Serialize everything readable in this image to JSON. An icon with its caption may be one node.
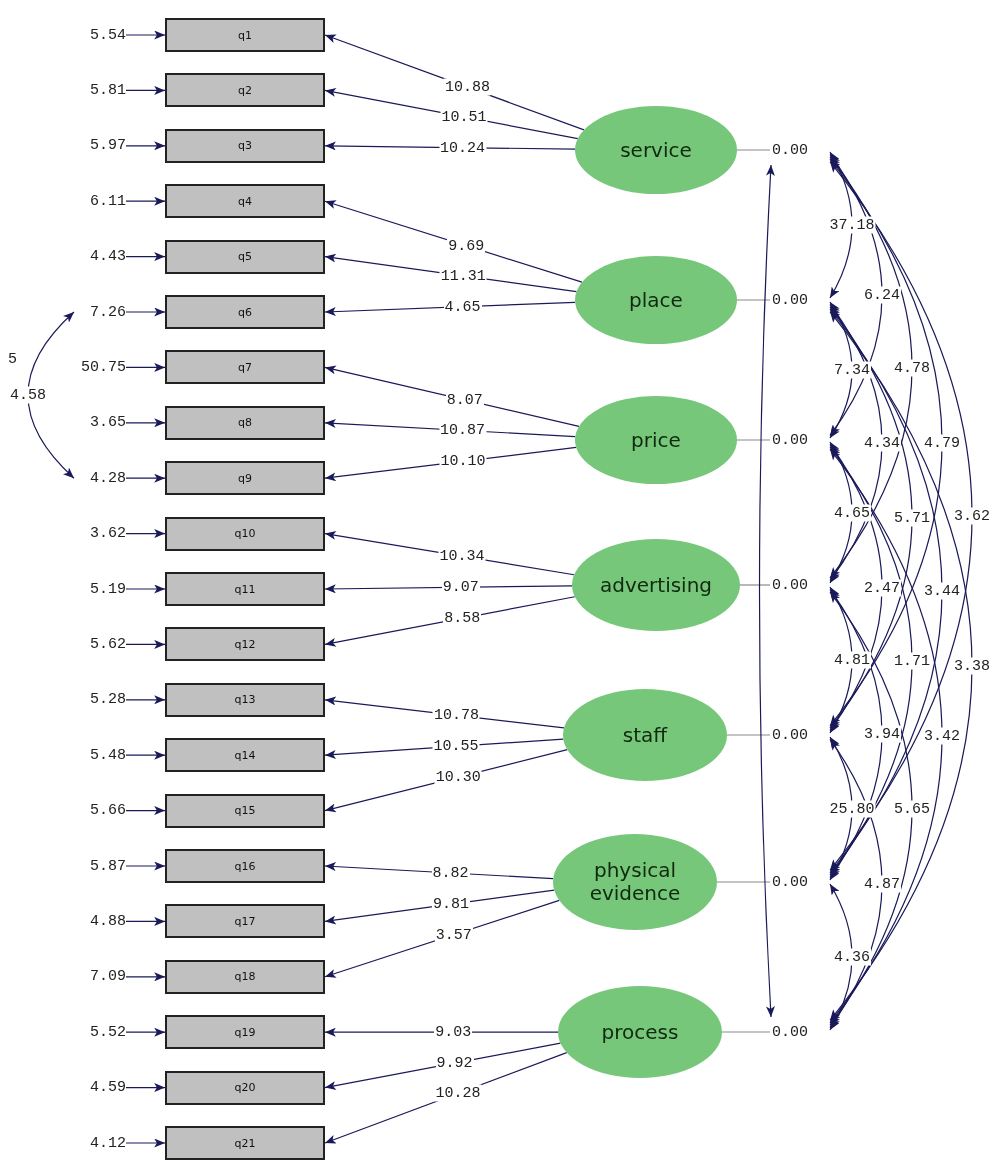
{
  "diagram": {
    "nodes": [
      {
        "text": [
          "q1"
        ]
      },
      {
        "text": [
          "q2"
        ]
      },
      {
        "text": [
          "q3"
        ]
      },
      {
        "text": [
          "q4"
        ]
      },
      {
        "text": [
          "q5"
        ]
      },
      {
        "text": [
          "q6"
        ]
      },
      {
        "text": [
          "q7"
        ]
      },
      {
        "text": [
          "q8"
        ]
      },
      {
        "text": [
          "q9"
        ]
      },
      {
        "text": [
          "q10"
        ]
      },
      {
        "text": [
          "q11"
        ]
      },
      {
        "text": [
          "q12"
        ]
      },
      {
        "text": [
          "q13"
        ]
      },
      {
        "text": [
          "q14"
        ]
      },
      {
        "text": [
          "q15"
        ]
      },
      {
        "text": [
          "q16"
        ]
      },
      {
        "text": [
          "q17"
        ]
      },
      {
        "text": [
          "q18"
        ]
      },
      {
        "text": [
          "q19"
        ]
      },
      {
        "text": [
          "q20"
        ]
      },
      {
        "text": [
          "q21"
        ]
      },
      {
        "text": [
          "5.54"
        ]
      },
      {
        "text": [
          "5.81"
        ]
      },
      {
        "text": [
          "5.97"
        ]
      },
      {
        "text": [
          "6.11"
        ]
      },
      {
        "text": [
          "4.43"
        ]
      },
      {
        "text": [
          "7.26"
        ]
      },
      {
        "text": [
          "50.75"
        ]
      },
      {
        "text": [
          "3.65"
        ]
      },
      {
        "text": [
          "4.28"
        ]
      },
      {
        "text": [
          "3.62"
        ]
      },
      {
        "text": [
          "5.19"
        ]
      },
      {
        "text": [
          "5.62"
        ]
      },
      {
        "text": [
          "5.28"
        ]
      },
      {
        "text": [
          "5.48"
        ]
      },
      {
        "text": [
          "5.66"
        ]
      },
      {
        "text": [
          "5.87"
        ]
      },
      {
        "text": [
          "4.88"
        ]
      },
      {
        "text": [
          "7.09"
        ]
      },
      {
        "text": [
          "5.52"
        ]
      },
      {
        "text": [
          "4.59"
        ]
      },
      {
        "text": [
          "4.12"
        ]
      },
      {
        "text": [
          "service"
        ]
      },
      {
        "text": [
          "place"
        ]
      },
      {
        "text": [
          "price"
        ]
      },
      {
        "text": [
          "advertising"
        ]
      },
      {
        "text": [
          "staff"
        ]
      },
      {
        "text": [
          "physical evidence"
        ]
      },
      {
        "text": [
          "process"
        ]
      },
      {
        "text": [
          "0.00"
        ]
      },
      {
        "text": [
          "0.00"
        ]
      },
      {
        "text": [
          "0.00"
        ]
      },
      {
        "text": [
          "0.00"
        ]
      },
      {
        "text": [
          "0.00"
        ]
      },
      {
        "text": [
          "0.00"
        ]
      },
      {
        "text": [
          "0.00"
        ]
      }
    ],
    "edges": [
      {
        "from": 21,
        "to": 0,
        "arrow": "to"
      },
      {
        "from": 22,
        "to": 1,
        "arrow": "to"
      },
      {
        "from": 23,
        "to": 2,
        "arrow": "to"
      },
      {
        "from": 24,
        "to": 3,
        "arrow": "to"
      },
      {
        "from": 25,
        "to": 4,
        "arrow": "to"
      },
      {
        "from": 26,
        "to": 5,
        "arrow": "to"
      },
      {
        "from": 27,
        "to": 6,
        "arrow": "to"
      },
      {
        "from": 28,
        "to": 7,
        "arrow": "to"
      },
      {
        "from": 29,
        "to": 8,
        "arrow": "to"
      },
      {
        "from": 30,
        "to": 9,
        "arrow": "to"
      },
      {
        "from": 31,
        "to": 10,
        "arrow": "to"
      },
      {
        "from": 32,
        "to": 11,
        "arrow": "to"
      },
      {
        "from": 33,
        "to": 12,
        "arrow": "to"
      },
      {
        "from": 34,
        "to": 13,
        "arrow": "to"
      },
      {
        "from": 35,
        "to": 14,
        "arrow": "to"
      },
      {
        "from": 36,
        "to": 15,
        "arrow": "to"
      },
      {
        "from": 37,
        "to": 16,
        "arrow": "to"
      },
      {
        "from": 38,
        "to": 17,
        "arrow": "to"
      },
      {
        "from": 39,
        "to": 18,
        "arrow": "to"
      },
      {
        "from": 40,
        "to": 19,
        "arrow": "to"
      },
      {
        "from": 41,
        "to": 20,
        "arrow": "to"
      },
      {
        "from": 42,
        "to": 0,
        "arrow": "to",
        "label": "10.88"
      },
      {
        "from": 42,
        "to": 1,
        "arrow": "to",
        "label": "10.51"
      },
      {
        "from": 42,
        "to": 2,
        "arrow": "to",
        "label": "10.24"
      },
      {
        "from": 43,
        "to": 3,
        "arrow": "to",
        "label": "9.69"
      },
      {
        "from": 43,
        "to": 4,
        "arrow": "to",
        "label": "11.31"
      },
      {
        "from": 43,
        "to": 5,
        "arrow": "to",
        "label": "4.65"
      },
      {
        "from": 44,
        "to": 6,
        "arrow": "to",
        "label": "8.07"
      },
      {
        "from": 44,
        "to": 7,
        "arrow": "to",
        "label": "10.87"
      },
      {
        "from": 44,
        "to": 8,
        "arrow": "to",
        "label": "10.10"
      },
      {
        "from": 45,
        "to": 9,
        "arrow": "to",
        "label": "10.34"
      },
      {
        "from": 45,
        "to": 10,
        "arrow": "to",
        "label": "9.07"
      },
      {
        "from": 45,
        "to": 11,
        "arrow": "to",
        "label": "8.58"
      },
      {
        "from": 46,
        "to": 12,
        "arrow": "to",
        "label": "10.78"
      },
      {
        "from": 46,
        "to": 13,
        "arrow": "to",
        "label": "10.55"
      },
      {
        "from": 46,
        "to": 14,
        "arrow": "to",
        "label": "10.30"
      },
      {
        "from": 47,
        "to": 15,
        "arrow": "to",
        "label": "8.82"
      },
      {
        "from": 47,
        "to": 16,
        "arrow": "to",
        "label": "9.81"
      },
      {
        "from": 47,
        "to": 17,
        "arrow": "to",
        "label": "3.57"
      },
      {
        "from": 48,
        "to": 18,
        "arrow": "to",
        "label": "9.03"
      },
      {
        "from": 48,
        "to": 19,
        "arrow": "to",
        "label": "9.92"
      },
      {
        "from": 48,
        "to": 20,
        "arrow": "to",
        "label": "10.28"
      },
      {
        "from": 42,
        "to": 49,
        "arrow": "none",
        "color": "#8a8a8a"
      },
      {
        "from": 43,
        "to": 50,
        "arrow": "none",
        "color": "#8a8a8a"
      },
      {
        "from": 44,
        "to": 51,
        "arrow": "none",
        "color": "#8a8a8a"
      },
      {
        "from": 45,
        "to": 52,
        "arrow": "none",
        "color": "#8a8a8a"
      },
      {
        "from": 46,
        "to": 53,
        "arrow": "none",
        "color": "#8a8a8a"
      },
      {
        "from": 47,
        "to": 54,
        "arrow": "none",
        "color": "#8a8a8a"
      },
      {
        "from": 48,
        "to": 55,
        "arrow": "none",
        "color": "#8a8a8a"
      },
      {
        "from": 26,
        "to": 29,
        "arrow": "both",
        "label": "4.58"
      },
      {
        "from": 49,
        "to": 50,
        "arrow": "both",
        "label": "37.18"
      },
      {
        "from": 49,
        "to": 51,
        "arrow": "both",
        "label": "6.24"
      },
      {
        "from": 49,
        "to": 52,
        "arrow": "both",
        "label": "4.78"
      },
      {
        "from": 49,
        "to": 53,
        "arrow": "both",
        "label": "4.79"
      },
      {
        "from": 49,
        "to": 54,
        "arrow": "both",
        "label": "3.62"
      },
      {
        "from": 49,
        "to": 55,
        "arrow": "both"
      },
      {
        "from": 50,
        "to": 51,
        "arrow": "both",
        "label": "7.34"
      },
      {
        "from": 50,
        "to": 52,
        "arrow": "both",
        "label": "4.34"
      },
      {
        "from": 50,
        "to": 53,
        "arrow": "both",
        "label": "5.71"
      },
      {
        "from": 50,
        "to": 54,
        "arrow": "both",
        "label": "3.44"
      },
      {
        "from": 50,
        "to": 55,
        "arrow": "both",
        "label": "3.38"
      },
      {
        "from": 51,
        "to": 52,
        "arrow": "both",
        "label": "4.65"
      },
      {
        "from": 51,
        "to": 53,
        "arrow": "both",
        "label": "2.47"
      },
      {
        "from": 51,
        "to": 54,
        "arrow": "both",
        "label": "1.71"
      },
      {
        "from": 51,
        "to": 55,
        "arrow": "both",
        "label": "3.42"
      },
      {
        "from": 52,
        "to": 53,
        "arrow": "both",
        "label": "4.81"
      },
      {
        "from": 52,
        "to": 54,
        "arrow": "both",
        "label": "3.94"
      },
      {
        "from": 52,
        "to": 55,
        "arrow": "both",
        "label": "5.65"
      },
      {
        "from": 53,
        "to": 54,
        "arrow": "both",
        "label": "25.80"
      },
      {
        "from": 53,
        "to": 55,
        "arrow": "both",
        "label": "4.87"
      },
      {
        "from": 54,
        "to": 55,
        "arrow": "both",
        "label": "4.36"
      }
    ],
    "labels": [
      "5"
    ]
  }
}
